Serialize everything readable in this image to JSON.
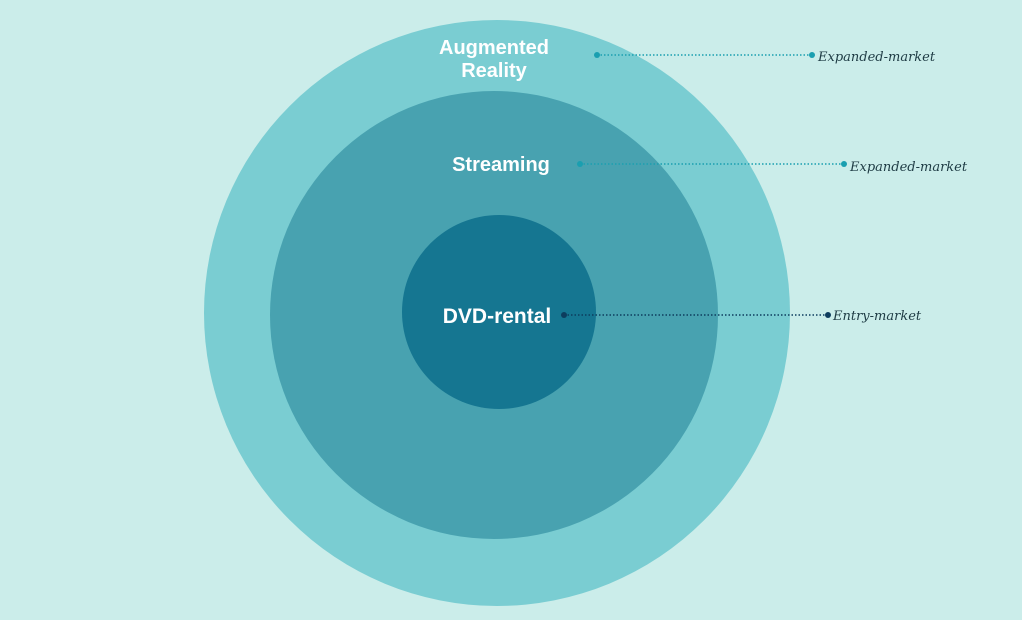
{
  "diagram": {
    "title": "",
    "colors": {
      "background": "#cbedea",
      "outer": "#7acdd2",
      "middle": "#48a2b0",
      "inner": "#157691",
      "connector_light": "#1a9fb0",
      "connector_dark": "#0d3d5e"
    },
    "rings": [
      {
        "label_line1": "Augmented",
        "label_line2": "Reality",
        "market": "Expanded-market"
      },
      {
        "label": "Streaming",
        "market": "Expanded-market"
      },
      {
        "label": "DVD-rental",
        "market": "Entry-market"
      }
    ]
  }
}
